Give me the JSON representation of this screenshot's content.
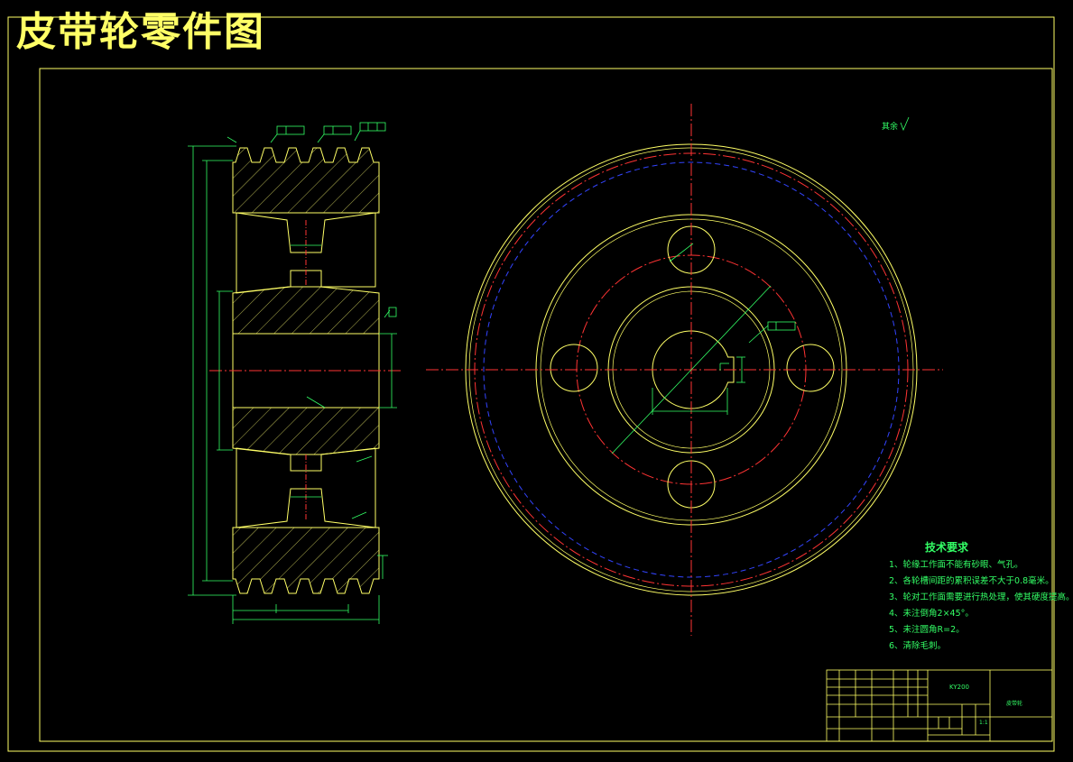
{
  "title": "皮带轮零件图",
  "technical_requirements": {
    "heading": "技术要求",
    "items": [
      "1、轮缘工作面不能有砂眼、气孔。",
      "2、各轮槽间距的累积误差不大于0.8毫米。",
      "3、轮对工作面需要进行热处理，使其硬度提高。",
      "4、未注倒角2×45°。",
      "5、未注圆角R=2。",
      "6、清除毛刺。"
    ]
  },
  "roughness_note": "其余",
  "title_block": {
    "model": "KY200",
    "part_name": "皮带轮",
    "scale": "1:1"
  },
  "colors": {
    "background": "#000000",
    "frame": "#ffff66",
    "dimension": "#33ff66",
    "centerline": "#ff3333",
    "pitch_circle": "#3344ff",
    "outline": "#ffff66",
    "hatch": "#b5b552"
  }
}
